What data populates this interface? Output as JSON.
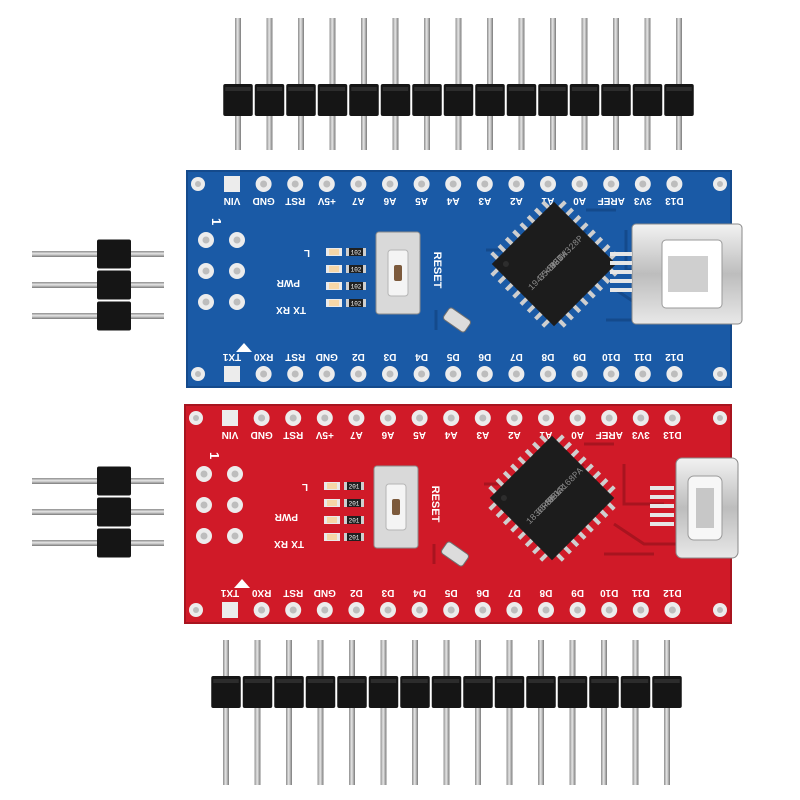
{
  "colors": {
    "blue_board": "#1a5aa6",
    "blue_board_dark": "#144a8c",
    "red_board": "#d01a28",
    "red_board_dark": "#a8141f",
    "header_plastic": "#151515",
    "pin_metal": "#b9b9b9",
    "pad_gold": "#ececec",
    "chip": "#1c1c1c"
  },
  "blue_board": {
    "top_row_labels": [
      "D13",
      "3V3",
      "AREF",
      "A0",
      "A1",
      "A2",
      "A3",
      "A4",
      "A5",
      "A6",
      "A7",
      "+5V",
      "RST",
      "GND",
      "VIN"
    ],
    "bottom_row_labels": [
      "D12",
      "D11",
      "D10",
      "D9",
      "D8",
      "D7",
      "D6",
      "D5",
      "D4",
      "D3",
      "D2",
      "GND",
      "RST",
      "RX0",
      "TX1"
    ],
    "pin1_label": "1",
    "led_labels": [
      "L",
      "PWR",
      "RX",
      "TX"
    ],
    "reset_label": "RESET",
    "chip_text": [
      "MEGA328P",
      "U-TW",
      "35423D",
      "1947X5K"
    ],
    "resistor_codes": [
      "102",
      "102",
      "102",
      "102"
    ]
  },
  "red_board": {
    "top_row_labels": [
      "D13",
      "3V3",
      "AREF",
      "A0",
      "A1",
      "A2",
      "A3",
      "A4",
      "A5",
      "A6",
      "A7",
      "+5V",
      "RST",
      "GND",
      "VIN"
    ],
    "bottom_row_labels": [
      "D12",
      "D11",
      "D10",
      "D9",
      "D8",
      "D7",
      "D6",
      "D5",
      "D4",
      "D3",
      "D2",
      "GND",
      "RST",
      "RX0",
      "TX1"
    ],
    "pin1_label": "1",
    "led_labels": [
      "L",
      "PWR",
      "RX",
      "TX"
    ],
    "reset_label": "RESET",
    "chip_text": [
      "MEGA168PA",
      "U-KR",
      "35436L",
      "1830R5K"
    ],
    "resistor_codes": [
      "201",
      "201",
      "201",
      "201"
    ]
  },
  "headers": {
    "long_header_pin_count": 15,
    "short_header_pin_count": 3
  }
}
